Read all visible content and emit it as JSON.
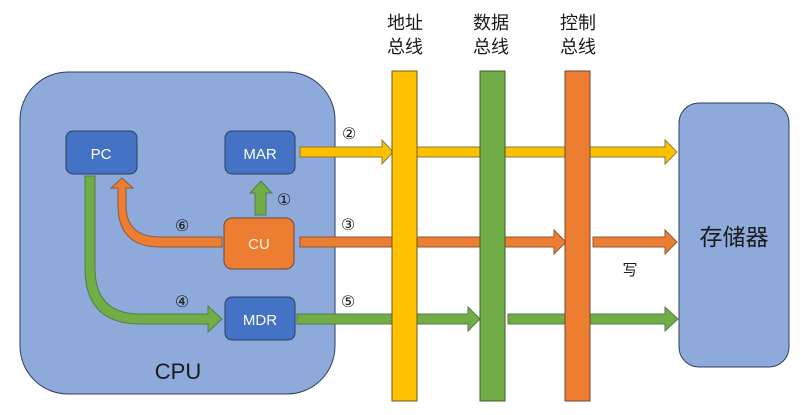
{
  "colors": {
    "cpu_fill": "#8eaadb",
    "register_fill": "#4472c4",
    "cu_fill": "#ed7d31",
    "memory_fill": "#8eaadb",
    "address_bus": "#ffc000",
    "data_bus": "#70ad47",
    "control_bus": "#ed7d31",
    "outline": "#2f3e5c",
    "text_dark": "#1a1a1a",
    "text_light": "#ffffff"
  },
  "cpu": {
    "label": "CPU"
  },
  "registers": {
    "pc": "PC",
    "mar": "MAR",
    "cu": "CU",
    "mdr": "MDR"
  },
  "buses": {
    "address": {
      "line1": "地址",
      "line2": "总线"
    },
    "data": {
      "line1": "数据",
      "line2": "总线"
    },
    "control": {
      "line1": "控制",
      "line2": "总线"
    }
  },
  "memory": {
    "label": "存储器"
  },
  "steps": {
    "s1": "①",
    "s2": "②",
    "s3": "③",
    "s4": "④",
    "s5": "⑤",
    "s6": "⑥"
  },
  "write_label": "写"
}
